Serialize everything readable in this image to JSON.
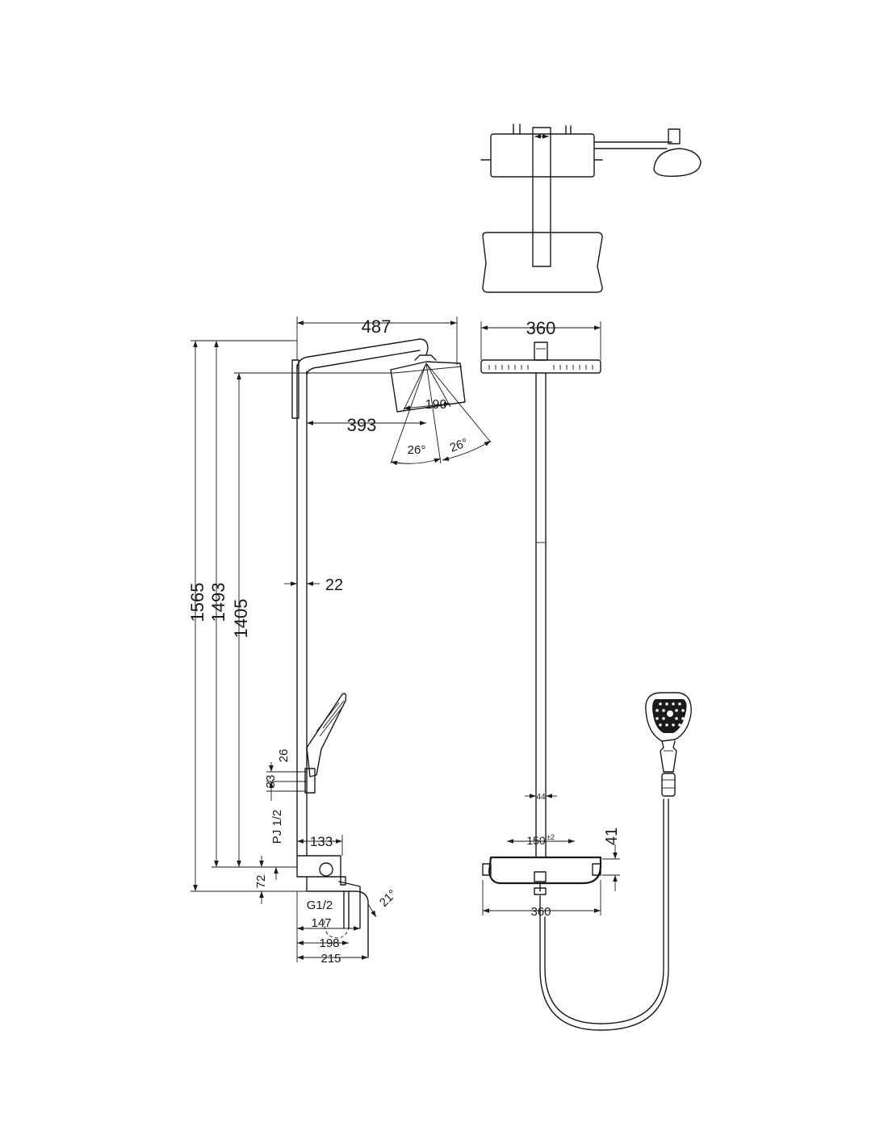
{
  "dimensions": {
    "side_width_487": "487",
    "front_width_360_top": "360",
    "arm_393": "393",
    "head_190": "190",
    "angle_left": "26°",
    "angle_right": "26°",
    "height_1565": "1565",
    "height_1493": "1493",
    "height_1405": "1405",
    "pipe_22": "22",
    "dim_26": "26",
    "dim_33": "33",
    "pj_thread": "PJ 1/2",
    "dim_133": "133",
    "dim_72": "72",
    "g_thread": "G1/2",
    "dim_147": "147",
    "dim_198": "198",
    "dim_215": "215",
    "angle_21": "21°",
    "pipe_44": "44",
    "centers_150": "150",
    "tolerance": "±2",
    "dim_41": "41",
    "front_width_360_bottom": "360"
  },
  "colors": {
    "line": "#1a1a1a",
    "background": "#ffffff"
  }
}
